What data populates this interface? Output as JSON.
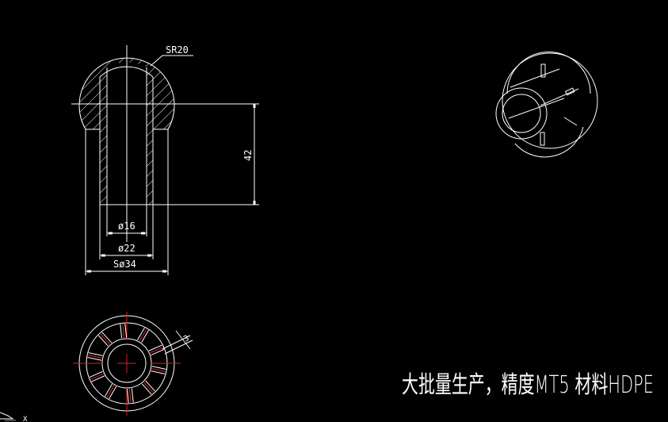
{
  "drawing": {
    "dimensions": {
      "sphere_radius": "SR20",
      "height": "42",
      "bore_inner": "ø16",
      "bore_outer": "ø22",
      "sphere_diameter": "Sø34",
      "slot_width": "3"
    },
    "note": "大批量生产，精度MT5 材料HDPE",
    "ucs_axis": "X",
    "colors": {
      "background": "#000000",
      "lines": "#ffffff",
      "centerlines": "#d42020"
    }
  }
}
